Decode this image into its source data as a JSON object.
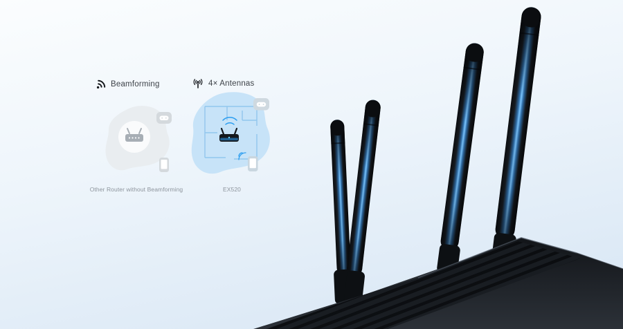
{
  "features": [
    {
      "label": "Beamforming",
      "caption": "Other Router without Beamforming",
      "icon": "beamforming-icon"
    },
    {
      "label": "4× Antennas",
      "caption": "EX520",
      "icon": "antennas-icon"
    }
  ],
  "illustrations": {
    "other_router": {
      "center_icon": "router-icon",
      "devices": [
        "game-controller-icon",
        "smartphone-icon"
      ]
    },
    "ex520_floorplan": {
      "center_icon": "router-icon",
      "signal_icon": "wifi-icon",
      "devices": [
        "game-controller-icon",
        "smartphone-icon"
      ]
    }
  },
  "product_image": {
    "description": "black router with four blue-lit antennas",
    "antenna_count": 4
  },
  "colors": {
    "accent_blue": "#2a9df0",
    "antenna_highlight": "#7cc6ff",
    "floorplan_fill": "#c7e3f8",
    "router_body": "#14171b",
    "background_top": "#fbfdfe",
    "background_bottom": "#d6e5f4",
    "label_text": "#3d4248",
    "caption_text": "#8d949c"
  }
}
